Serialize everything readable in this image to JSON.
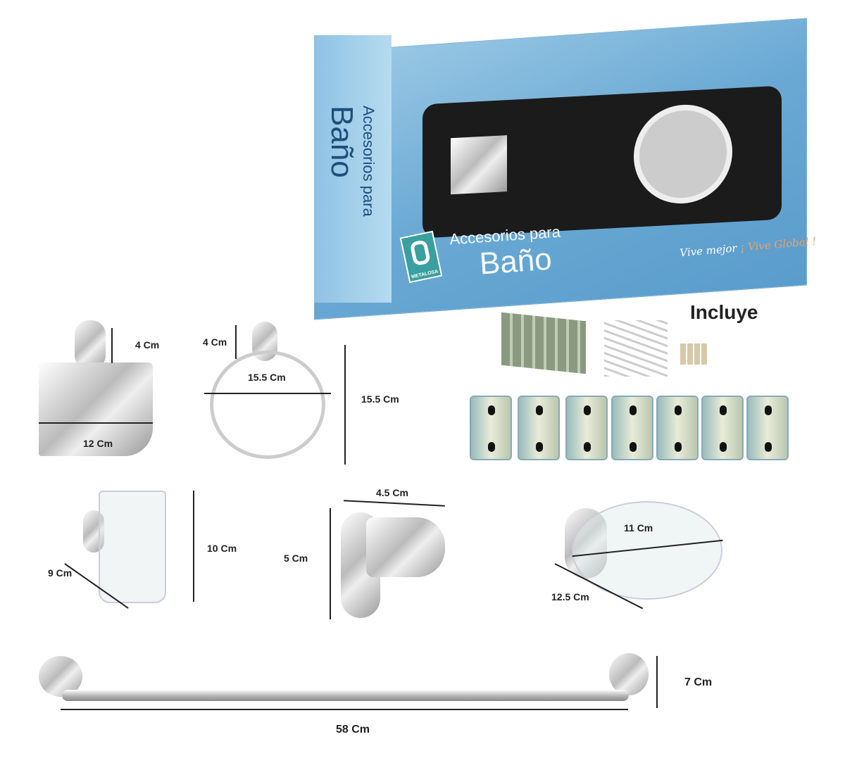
{
  "box": {
    "side_text_1": "Accesorios para",
    "side_text_2": "Baño",
    "front_text_1": "Accesorios para",
    "front_text_2": "Baño",
    "brand": "METALOSA",
    "slogan_1": "Vive mejor",
    "slogan_2": "¡ Vive Global !"
  },
  "includes_title": "Incluye",
  "dimensions": {
    "paper_holder_height": "4 Cm",
    "paper_holder_width": "12 Cm",
    "ring_mount": "4 Cm",
    "ring_width": "15.5 Cm",
    "ring_height": "15.5 Cm",
    "cup_height": "10 Cm",
    "cup_depth": "9 Cm",
    "hook_width": "4.5 Cm",
    "hook_height": "5 Cm",
    "soap_width": "11 Cm",
    "soap_depth": "12.5 Cm",
    "bar_height": "7 Cm",
    "bar_length": "58 Cm"
  },
  "colors": {
    "box_blue": "#6aa9d4",
    "slogan_orange": "#f0a060"
  }
}
